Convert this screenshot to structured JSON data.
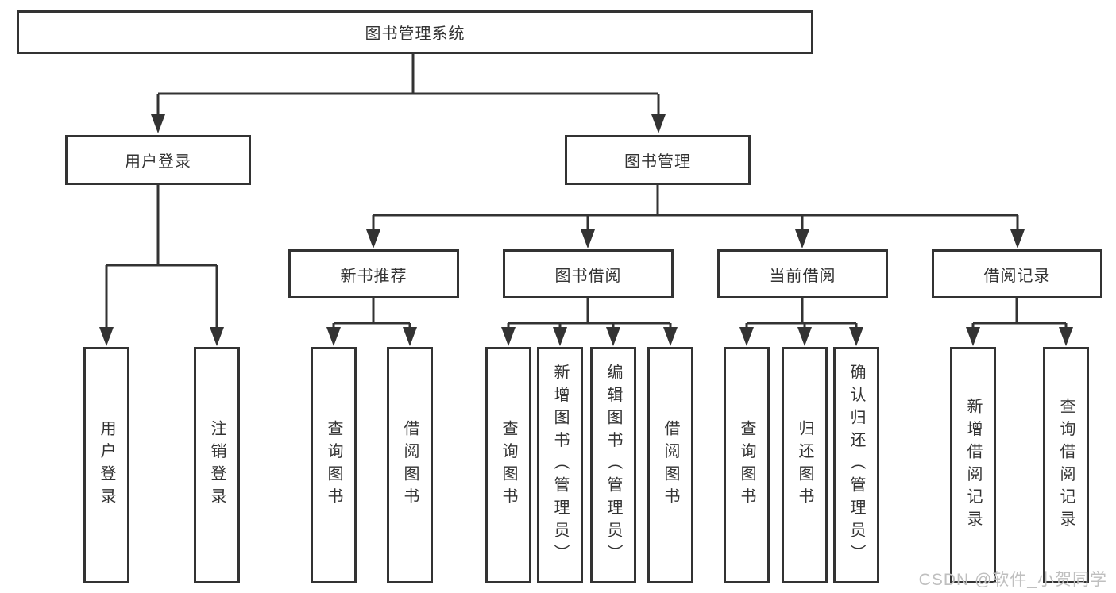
{
  "tree": {
    "label": "图书管理系统",
    "children": [
      {
        "label": "用户登录",
        "children": [
          {
            "label": "用户登录"
          },
          {
            "label": "注销登录"
          }
        ]
      },
      {
        "label": "图书管理",
        "children": [
          {
            "label": "新书推荐",
            "children": [
              {
                "label": "查询图书"
              },
              {
                "label": "借阅图书"
              }
            ]
          },
          {
            "label": "图书借阅",
            "children": [
              {
                "label": "查询图书"
              },
              {
                "label": "新增图书（管理员）"
              },
              {
                "label": "编辑图书（管理员）"
              },
              {
                "label": "借阅图书"
              }
            ]
          },
          {
            "label": "当前借阅",
            "children": [
              {
                "label": "查询图书"
              },
              {
                "label": "归还图书"
              },
              {
                "label": "确认归还（管理员）"
              }
            ]
          },
          {
            "label": "借阅记录",
            "children": [
              {
                "label": "新增借阅记录"
              },
              {
                "label": "查询借阅记录"
              }
            ]
          }
        ]
      }
    ]
  },
  "watermark": "CSDN @软件_小贺同学",
  "colors": {
    "line": "#333333",
    "box_border": "#333333",
    "text": "#333333",
    "background": "#ffffff",
    "watermark": "#bfbfbf"
  }
}
